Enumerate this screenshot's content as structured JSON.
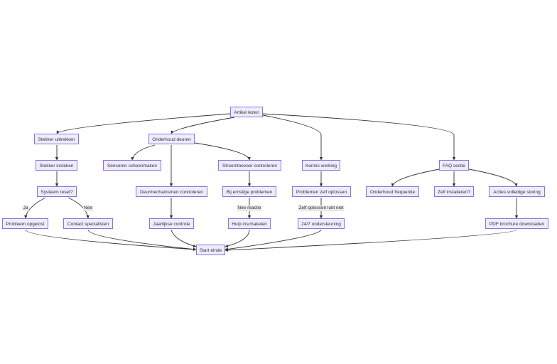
{
  "nodes": {
    "A": "Artikel lezen",
    "B": "Stekker uittrekken",
    "C": "Onderhoud deuren",
    "D": "Kennis werking",
    "E": "FAQ sectie",
    "F": "Stekker insteken",
    "G": "Sensoren schoonmaken",
    "H": "Stroomtoevoer controleren",
    "I": "Systeem reset?",
    "J": "Deurmechanismen controleren",
    "K": "Bij ernstige problemen",
    "L": "Problemen zelf oplossen",
    "M": "Onderhoud frequentie",
    "N": "Zelf installeren?",
    "O": "Acties volledige storing",
    "P": "Probleem opgelost",
    "Q": "Contact specialisten",
    "R": "Jaarlijkse controle",
    "S": "Hulp inschakelen",
    "T": "24/7 ondersteuning",
    "U": "PDF brochure downloaden",
    "V": "Start einde"
  },
  "edge_labels": {
    "ja": "Ja",
    "nee": "Nee",
    "nee_reactie": "Nee reactie",
    "zelf_lukt_niet": "Zelf oplossen lukt niet"
  },
  "colors": {
    "node_fill": "#ECECFF",
    "node_border": "#9370DB",
    "edge": "#333333"
  }
}
